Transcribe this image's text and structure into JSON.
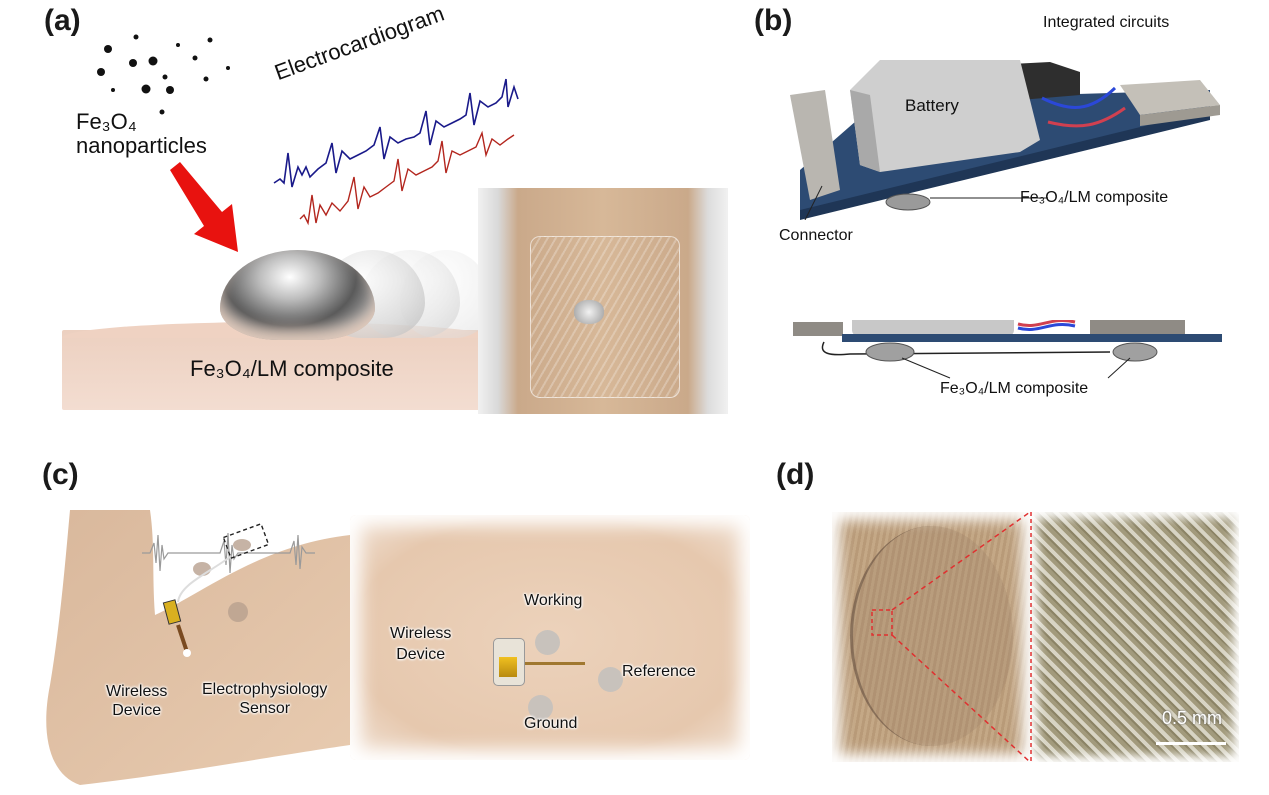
{
  "panels": {
    "a": {
      "label": "(a)",
      "nanoparticles_line1": "Fe₃O₄",
      "nanoparticles_line2": "nanoparticles",
      "ecg_label": "Electrocardiogram",
      "composite_label": "Fe₃O₄/LM composite",
      "colors": {
        "arrow": "#e8120f",
        "ecg_blue": "#1a1a8a",
        "ecg_red": "#b3261e",
        "skin": "#efd2c2"
      }
    },
    "b": {
      "label": "(b)",
      "integrated_circuits": "Integrated circuits",
      "battery": "Battery",
      "composite_top": "Fe₃O₄/LM composite",
      "connector": "Connector",
      "composite_side": "Fe₃O₄/LM composite",
      "colors": {
        "board": "#2d4b73",
        "battery": "#cfcfcf",
        "chip": "#2e2e2e",
        "wire_blue": "#2b48d8",
        "wire_red": "#d04050"
      }
    },
    "c": {
      "label": "(c)",
      "arm_wireless_line1": "Wireless",
      "arm_wireless_line2": "Device",
      "arm_sensor_line1": "Electrophysiology",
      "arm_sensor_line2": "Sensor",
      "photo_wireless_line1": "Wireless",
      "photo_wireless_line2": "Device",
      "working": "Working",
      "reference": "Reference",
      "ground": "Ground",
      "colors": {
        "skin": "#e8cbb0",
        "photo_skin": "#ecd2bb"
      }
    },
    "d": {
      "label": "(d)",
      "scale_bar": "0.5 mm",
      "colors": {
        "zoom_lines": "#e03030",
        "photo": "#b89a78",
        "micro": "#8c8466"
      }
    }
  }
}
